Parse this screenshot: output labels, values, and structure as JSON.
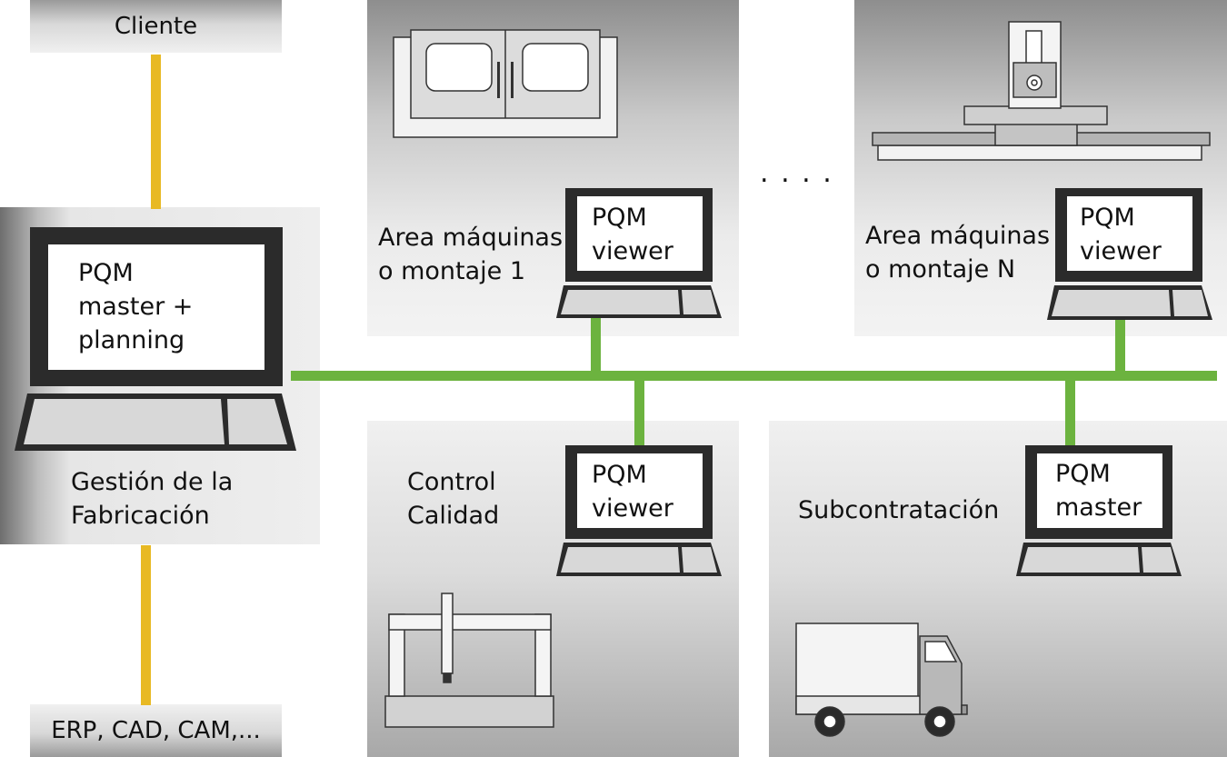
{
  "top_label": "Cliente",
  "bottom_label": "ERP, CAD, CAM,...",
  "ellipsis": ". . . .",
  "main": {
    "screen_line1": "PQM",
    "screen_line2": "master +",
    "screen_line3": "planning",
    "caption_line1": "Gestión de la",
    "caption_line2": "Fabricación"
  },
  "area1": {
    "caption_line1": "Area máquinas",
    "caption_line2": "o montaje 1",
    "screen_line1": "PQM",
    "screen_line2": "viewer"
  },
  "areaN": {
    "caption_line1": "Area máquinas",
    "caption_line2": "o montaje N",
    "screen_line1": "PQM",
    "screen_line2": "viewer"
  },
  "quality": {
    "caption_line1": "Control",
    "caption_line2": "Calidad",
    "screen_line1": "PQM",
    "screen_line2": "viewer"
  },
  "subcontract": {
    "caption": "Subcontratación",
    "screen_line1": "PQM",
    "screen_line2": "master"
  },
  "colors": {
    "network_line": "#6cb33f",
    "link_line": "#e8b923",
    "laptop_frame": "#2b2b2b",
    "screen": "#ffffff"
  }
}
